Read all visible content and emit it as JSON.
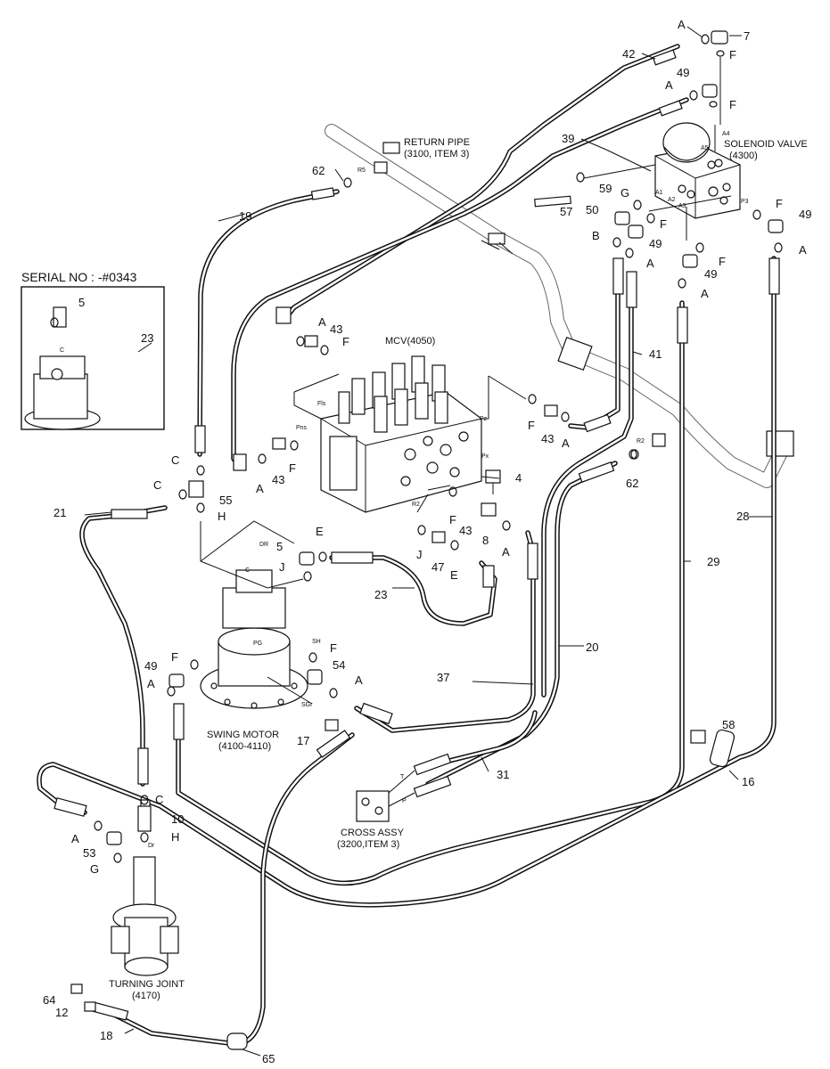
{
  "serial_box": {
    "title": "SERIAL NO : -#0343",
    "labels": [
      "5",
      "23"
    ]
  },
  "components": {
    "return_pipe": "RETURN PIPE",
    "return_pipe_ref": "(3100, ITEM 3)",
    "solenoid_valve": "SOLENOID VALVE",
    "solenoid_valve_ref": "(4300)",
    "mcv": "MCV(4050)",
    "swing_motor": "SWING MOTOR",
    "swing_motor_ref": "(4100-4110)",
    "cross_assy": "CROSS ASSY",
    "cross_assy_ref": "(3200,ITEM 3)",
    "turning_joint": "TURNING JOINT",
    "turning_joint_ref": "(4170)"
  },
  "port_marks": {
    "a4": "A4",
    "a5": "A5",
    "a1": "A1",
    "a2": "A2",
    "a3": "A3",
    "p3": "P3",
    "r5": "R5",
    "r2a": "R2",
    "r2b": "R2",
    "fls": "Fls",
    "pns": "Pns",
    "pz": "Pz",
    "px": "Px",
    "dr": "DR",
    "c1": "C",
    "c2": "C",
    "pg": "PG",
    "sh": "SH",
    "sgr": "SGr",
    "t": "T",
    "p": "P",
    "dr2": "Dr"
  },
  "callouts": {
    "n7": "7",
    "a_top": "A",
    "f_top": "F",
    "n42": "42",
    "n49a": "49",
    "a_2": "A",
    "f_2": "F",
    "n39": "39",
    "n62a": "62",
    "n59": "59",
    "g1": "G",
    "n57": "57",
    "n50": "50",
    "f_3": "F",
    "n49b": "49",
    "f_4": "F",
    "n49c": "49",
    "a_3": "A",
    "b1": "B",
    "a_4": "A",
    "n49d": "49",
    "f_5": "F",
    "a_5": "A",
    "n19": "19",
    "a_6": "A",
    "n43a": "43",
    "f_6": "F",
    "n41": "41",
    "f_7": "F",
    "n43b": "43",
    "a_7": "A",
    "n62b": "62",
    "n28": "28",
    "c_a": "C",
    "c_b": "C",
    "n55": "55",
    "h1": "H",
    "a_8": "A",
    "n43c": "43",
    "f_8": "F",
    "n4": "4",
    "n21": "21",
    "f_9": "F",
    "n43d": "43",
    "n8": "8",
    "j1": "J",
    "n47": "47",
    "e1": "E",
    "a_9": "A",
    "n29": "29",
    "n5": "5",
    "e2": "E",
    "j2": "J",
    "n23": "23",
    "n20": "20",
    "n49e": "49",
    "f_10": "F",
    "f_11": "F",
    "n54": "54",
    "a_10": "A",
    "a_11": "A",
    "n37": "37",
    "n17": "17",
    "n58": "58",
    "n31": "31",
    "n16": "16",
    "c3": "C",
    "n10": "10",
    "h2": "H",
    "a_12": "A",
    "n53": "53",
    "g2": "G",
    "n64": "64",
    "n12": "12",
    "n18": "18",
    "n65": "65"
  }
}
